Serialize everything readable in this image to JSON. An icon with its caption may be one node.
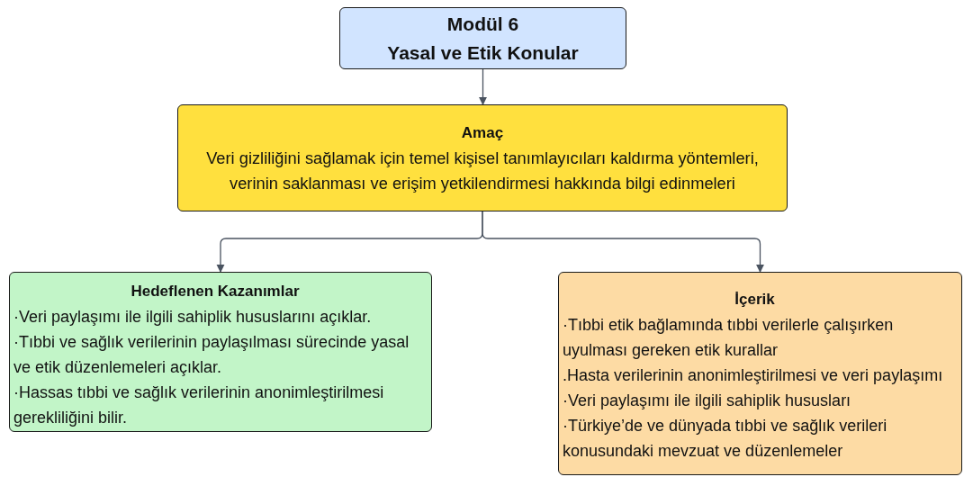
{
  "diagram": {
    "nodes": [
      {
        "text": [
          "Modül 6",
          "Yasal ve Etik Konular"
        ]
      },
      {
        "text": [
          "Amaç",
          "Veri gizliliğini sağlamak için temel kişisel tanımlayıcıları kaldırma yöntemleri, verinin saklanması ve erişim yetkilendirmesi hakkında bilgi edinmeleri"
        ]
      },
      {
        "text": [
          "Hedeflenen Kazanımlar",
          "·Veri paylaşımı ile ilgili sahiplik hususlarını açıklar.",
          "·Tıbbi ve sağlık verilerinin paylaşılması sürecinde yasal ve etik düzenlemeleri açıklar.",
          "·Hassas tıbbi ve sağlık verilerinin anonimleştirilmesi gerekliliğini bilir."
        ]
      },
      {
        "text": [
          "İçerik",
          "·Tıbbi etik bağlamında tıbbi verilerle çalışırken uyulması gereken etik kurallar",
          ".Hasta verilerinin anonimleştirilmesi ve veri paylaşımı",
          "·Veri paylaşımı ile ilgili sahiplik hususları",
          "·Türkiye’de ve dünyada tıbbi ve sağlık verileri konusundaki mevzuat ve düzenlemeler"
        ]
      }
    ],
    "edges": [
      {
        "from": 0,
        "to": 1,
        "arrow": "to"
      },
      {
        "from": 1,
        "to": 2,
        "arrow": "to"
      },
      {
        "from": 1,
        "to": 3,
        "arrow": "to"
      }
    ]
  }
}
